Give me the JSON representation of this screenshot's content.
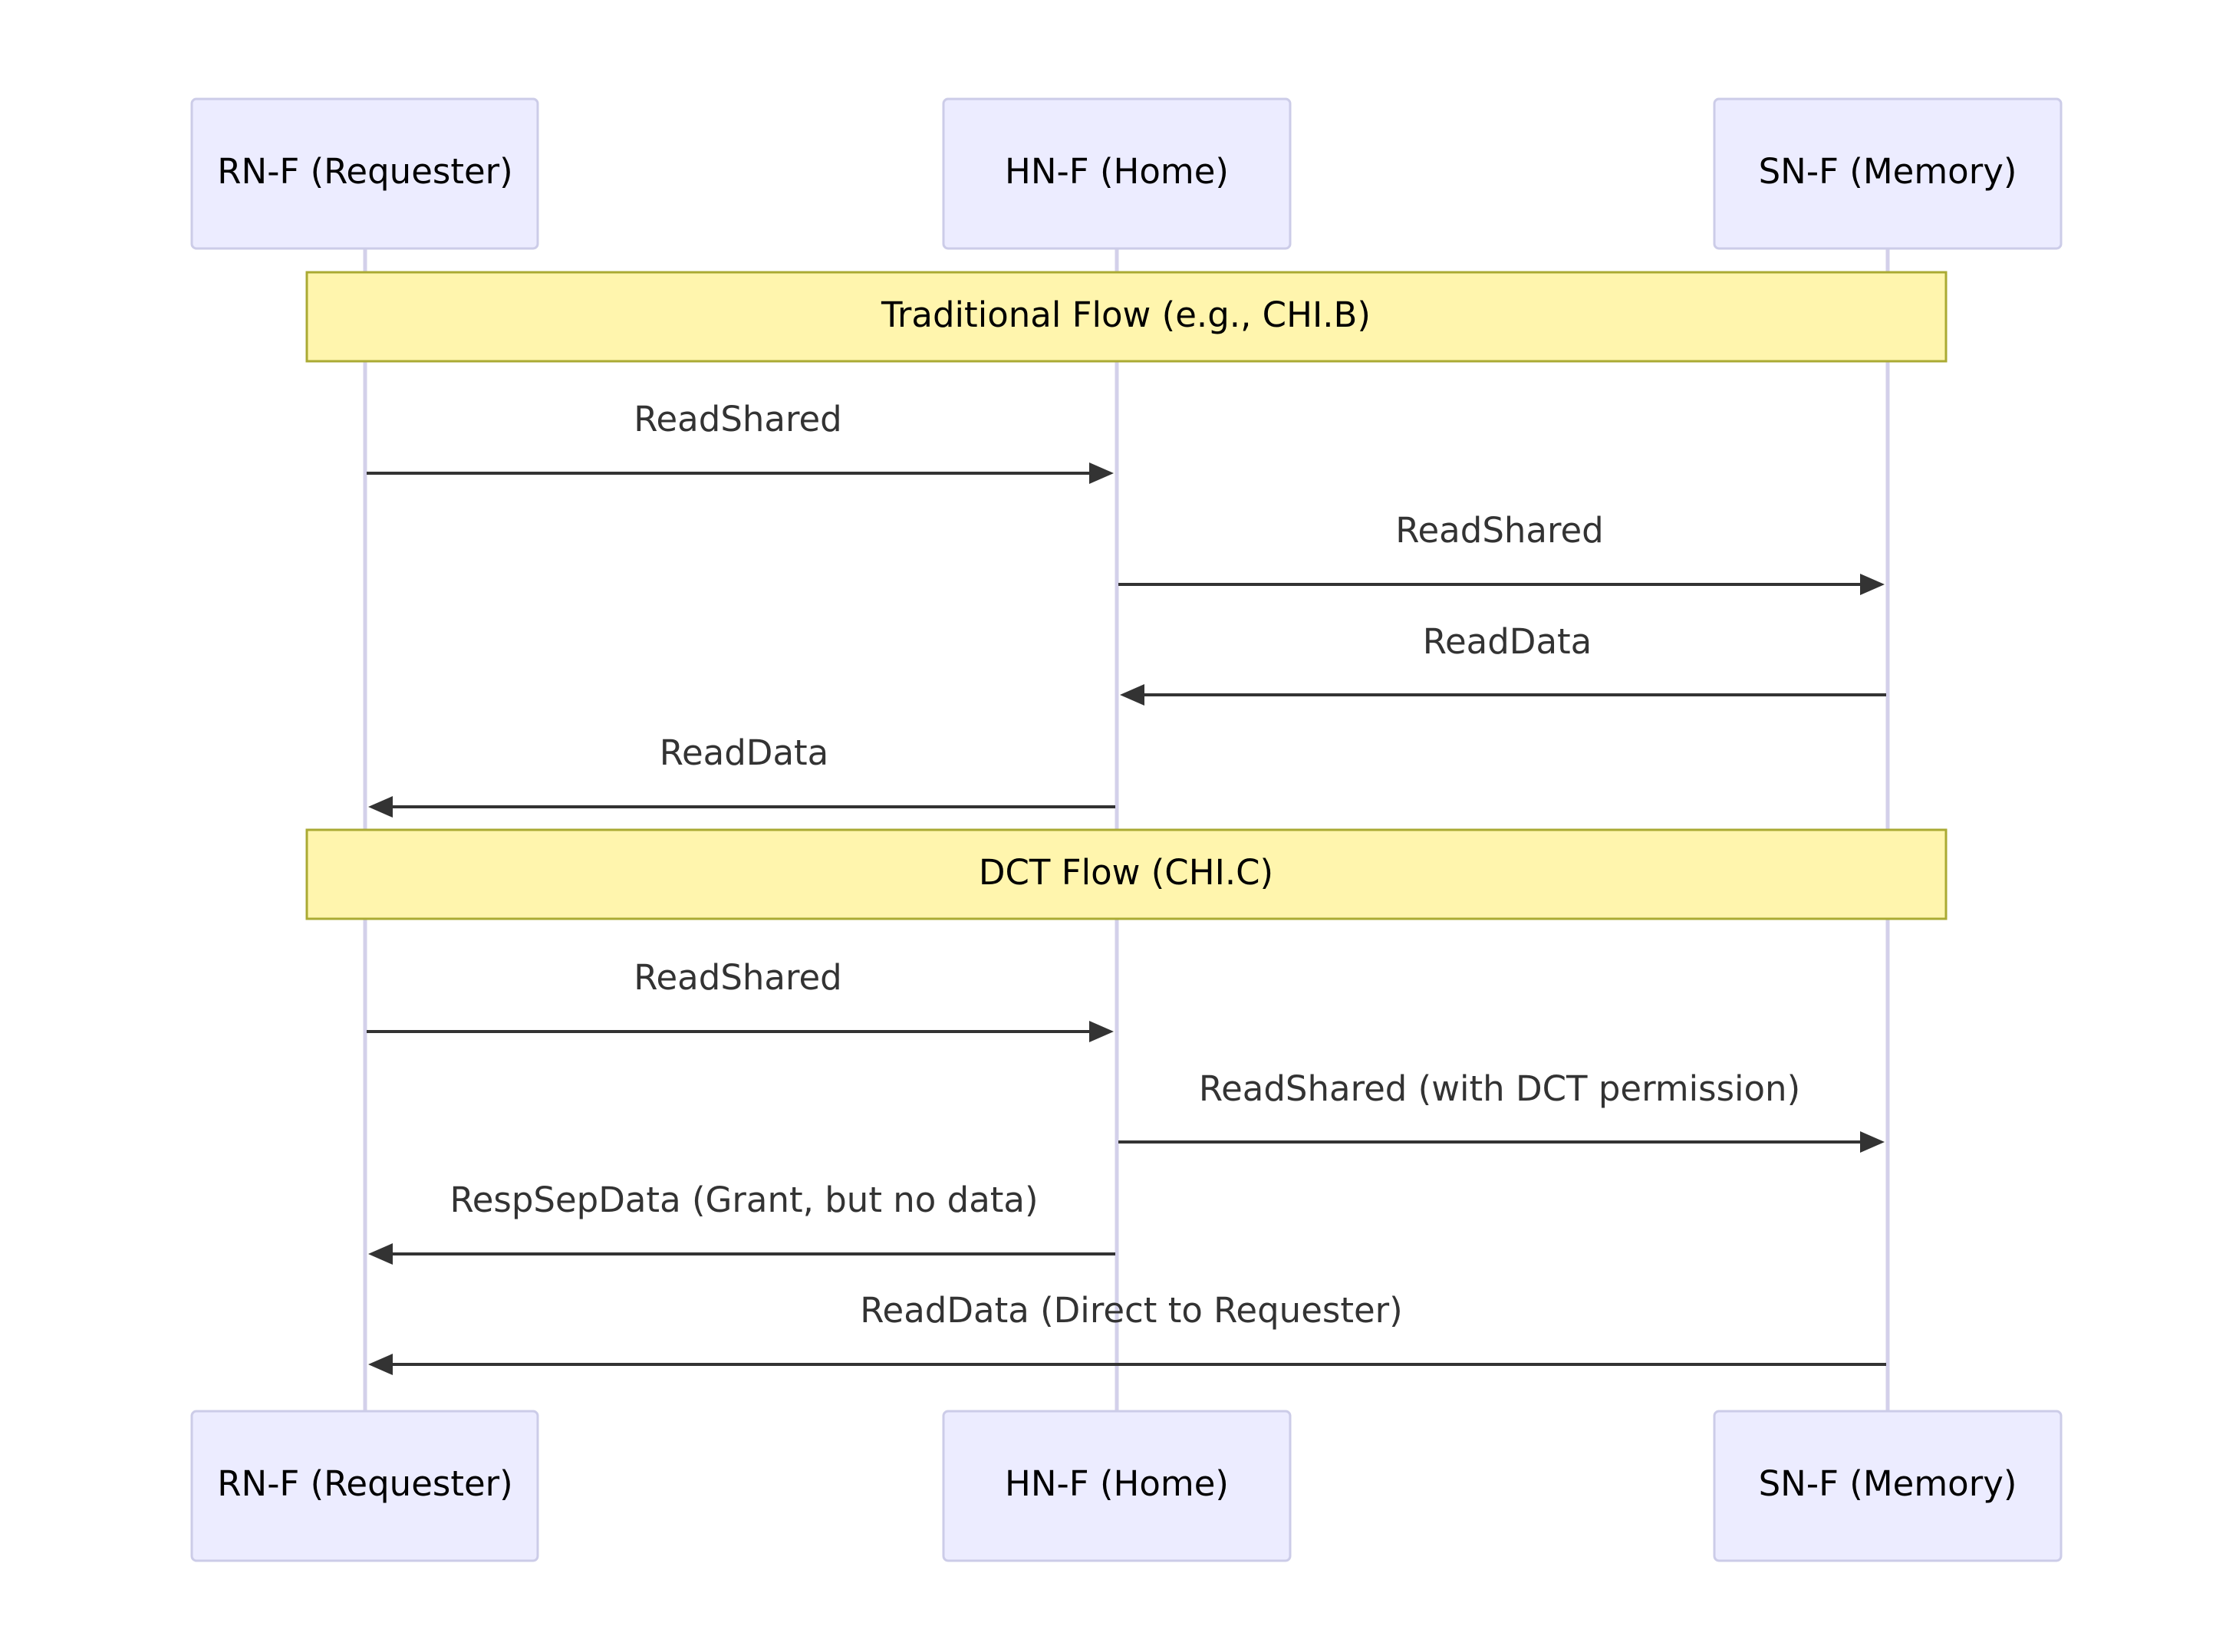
{
  "participants": [
    {
      "id": "rn",
      "label": "RN-F (Requester)"
    },
    {
      "id": "hn",
      "label": "HN-F (Home)"
    },
    {
      "id": "sn",
      "label": "SN-F (Memory)"
    }
  ],
  "notes": [
    {
      "label": "Traditional Flow (e.g., CHI.B)"
    },
    {
      "label": "DCT Flow (CHI.C)"
    }
  ],
  "messages": [
    {
      "from": "rn",
      "to": "hn",
      "label": "ReadShared"
    },
    {
      "from": "hn",
      "to": "sn",
      "label": "ReadShared"
    },
    {
      "from": "sn",
      "to": "hn",
      "label": "ReadData"
    },
    {
      "from": "hn",
      "to": "rn",
      "label": "ReadData"
    },
    {
      "from": "rn",
      "to": "hn",
      "label": "ReadShared"
    },
    {
      "from": "hn",
      "to": "sn",
      "label": "ReadShared (with DCT permission)"
    },
    {
      "from": "hn",
      "to": "rn",
      "label": "RespSepData (Grant, but no data)"
    },
    {
      "from": "sn",
      "to": "rn",
      "label": "ReadData (Direct to Requester)"
    }
  ],
  "colors": {
    "actor_fill": "#ECECFF",
    "actor_stroke": "#CCCCE8",
    "lifeline": "#D3D0EA",
    "note_fill": "#FFF5AD",
    "note_stroke": "#AAAA33",
    "arrow": "#333333"
  }
}
